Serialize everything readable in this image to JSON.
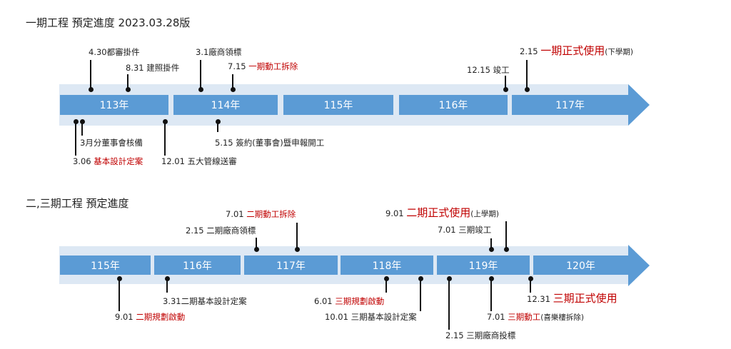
{
  "phase1": {
    "title": "一期工程 預定進度  2023.03.28版",
    "years": [
      "113年",
      "114年",
      "115年",
      "116年",
      "117年"
    ],
    "events": [
      {
        "date": "4.30",
        "text": "都審掛件"
      },
      {
        "date": "8.31 ",
        "text": "建照掛件"
      },
      {
        "date": "3.1",
        "text": "廠商領標"
      },
      {
        "date": "7.15 ",
        "highlight": "一期動工拆除"
      },
      {
        "date": "12.15 ",
        "text": "竣工"
      },
      {
        "date": "2.15 ",
        "highlight": "一期正式使用",
        "suffix": "(下學期)"
      },
      {
        "date": "3.06 ",
        "highlight": "基本設計定案"
      },
      {
        "date": "3月分",
        "text": "董事會核備"
      },
      {
        "date": "12.01 ",
        "text": "五大管線送審"
      },
      {
        "date": "5.15 ",
        "text": "簽約(董事會)暨申報開工"
      }
    ]
  },
  "phase23": {
    "title": "二,三期工程 預定進度",
    "years": [
      "115年",
      "116年",
      "117年",
      "118年",
      "119年",
      "120年"
    ],
    "events": [
      {
        "date": "2.15 ",
        "text": "二期廠商領標"
      },
      {
        "date": "7.01 ",
        "highlight": "二期動工拆除"
      },
      {
        "date": "7.01 ",
        "text": "三期竣工"
      },
      {
        "date": "9.01 ",
        "highlight": "二期正式使用",
        "suffix": "(上學期)"
      },
      {
        "date": "9.01 ",
        "highlight": "二期規劃啟動"
      },
      {
        "date": "3.31",
        "text": "二期基本設計定案"
      },
      {
        "date": "6.01 ",
        "highlight": "三期規劃啟動"
      },
      {
        "date": "10.01 ",
        "text": "三期基本設計定案"
      },
      {
        "date": "2.15 ",
        "text": "三期廠商投標"
      },
      {
        "date": "7.01 ",
        "highlight": "三期動工",
        "suffix": "(喜樂樓拆除)"
      },
      {
        "date": "12.31 ",
        "highlight": "三期正式使用"
      }
    ]
  },
  "colors": {
    "bar": "#5b9bd5",
    "band": "#dde8f4",
    "highlight": "#c00000"
  }
}
